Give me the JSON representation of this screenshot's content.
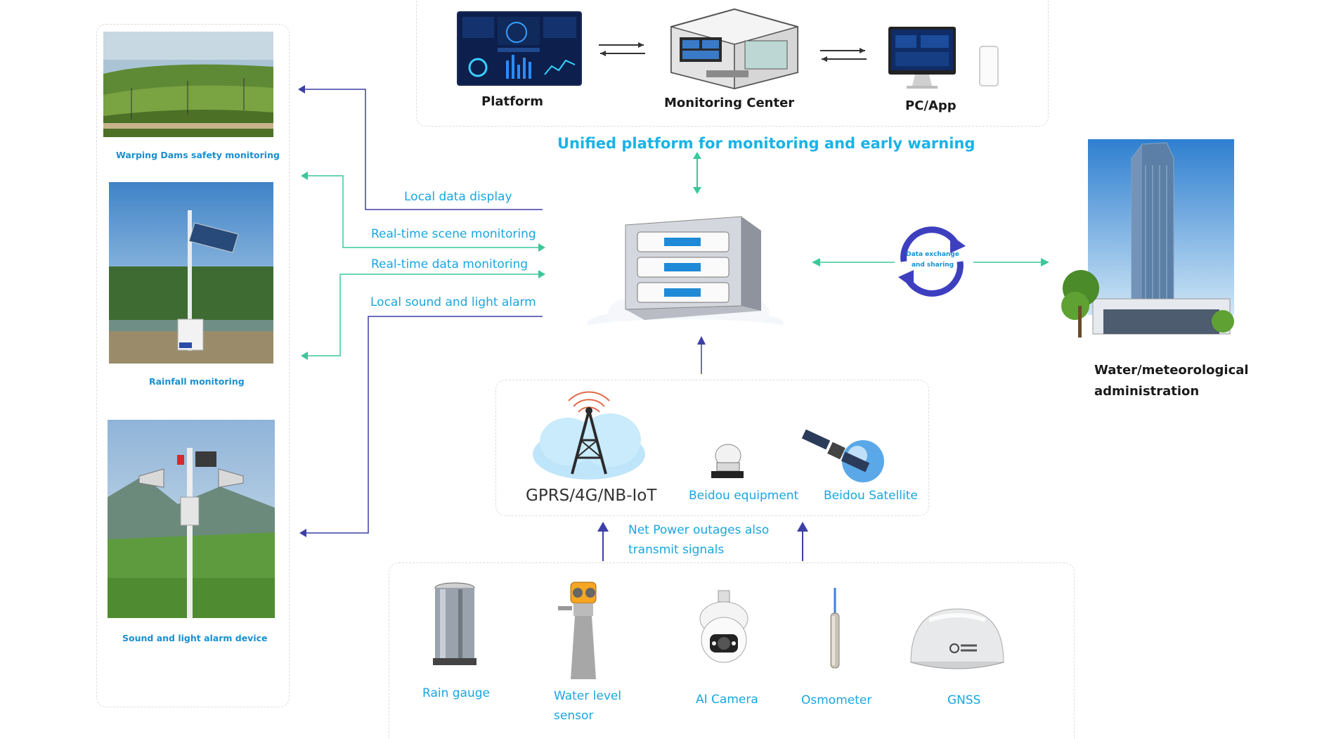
{
  "platform": {
    "items": [
      {
        "label": "Platform",
        "icon": "dashboard-screen-icon"
      },
      {
        "label": "Monitoring Center",
        "icon": "control-room-icon"
      },
      {
        "label": "PC/App",
        "icon": "computer-phone-icon"
      }
    ],
    "headline": "Unified platform for monitoring and early warning"
  },
  "left_panel": {
    "photos": [
      {
        "caption": "Warping Dams safety monitoring"
      },
      {
        "caption": "Rainfall monitoring"
      },
      {
        "caption": "Sound and light alarm device"
      }
    ]
  },
  "flows": [
    "Local data display",
    "Real-time scene monitoring",
    "Real-time data monitoring",
    "Local sound and light alarm"
  ],
  "exchange": {
    "line1": "Data exchange",
    "line2": "and sharing"
  },
  "administration": {
    "line1": "Water/meteorological",
    "line2": "administration"
  },
  "transmission": {
    "items": [
      {
        "label": "GPRS/4G/NB-IoT",
        "icon": "cell-tower-icon"
      },
      {
        "label": "Beidou equipment",
        "icon": "beidou-terminal-icon"
      },
      {
        "label": "Beidou Satellite",
        "icon": "satellite-icon"
      }
    ],
    "note_line1": "Net Power outages also",
    "note_line2": "transmit signals"
  },
  "sensors": [
    {
      "label": "Rain gauge",
      "icon": "rain-gauge-icon"
    },
    {
      "label_line1": "Water level",
      "label_line2": "sensor",
      "icon": "radar-level-sensor-icon"
    },
    {
      "label": "AI Camera",
      "icon": "dome-camera-icon"
    },
    {
      "label": "Osmometer",
      "icon": "osmometer-icon"
    },
    {
      "label": "GNSS",
      "icon": "gnss-antenna-icon"
    }
  ],
  "colors": {
    "accent_blue": "#1aa6df",
    "arrow_green": "#3cc79a",
    "arrow_navy": "#3d3fa8"
  }
}
